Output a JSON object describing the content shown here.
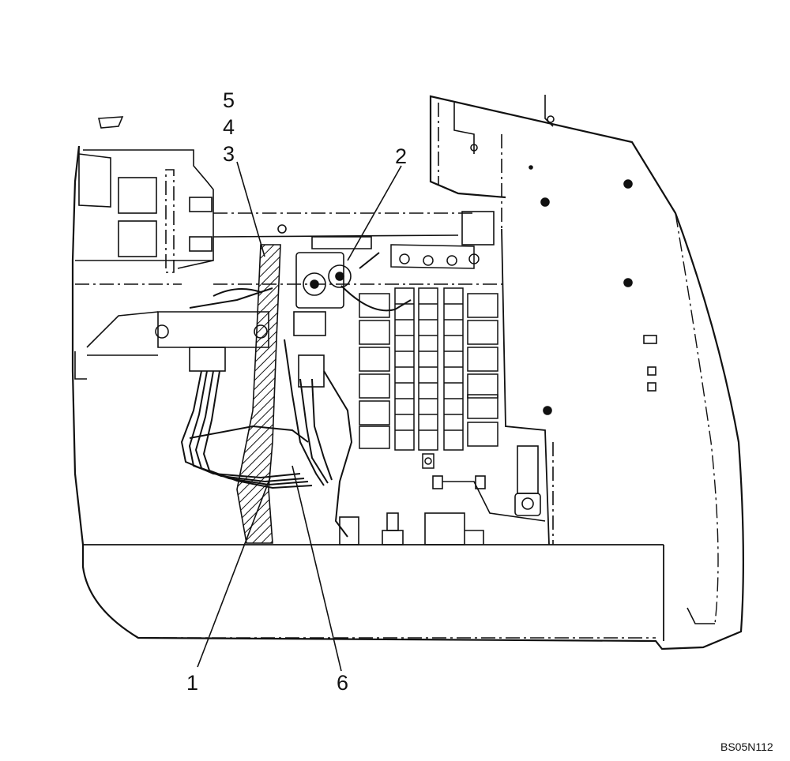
{
  "figure_ref": "BS05N112",
  "callouts": {
    "c1": "1",
    "c2": "2",
    "c3": "3",
    "c4": "4",
    "c5": "5",
    "c6": "6"
  },
  "colors": {
    "line": "#111111",
    "hatch": "#111111",
    "background": "#ffffff"
  }
}
